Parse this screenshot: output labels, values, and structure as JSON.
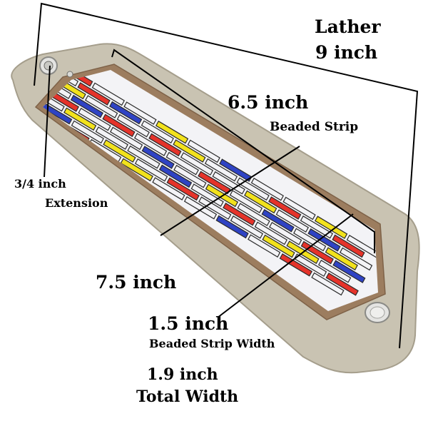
{
  "labels": {
    "leather_title": "Lather",
    "leather_length": "9 inch",
    "strip_length": "6.5 inch",
    "strip_caption": "Beaded Strip",
    "extension_size": "3/4 inch",
    "extension_caption": "Extension",
    "total_length": "7.5 inch",
    "strip_width": "1.5 inch",
    "strip_width_caption": "Beaded Strip Width",
    "total_width": "1.9 inch",
    "total_width_caption": "Total Width"
  },
  "colors": {
    "leather": "#c9c3b2",
    "leather_edge": "#a59e8c",
    "suede": "#9c7d5f",
    "bead_white": "#f3f3f6",
    "bead_red": "#e5332a",
    "bead_yellow": "#f2e21c",
    "bead_blue": "#2f43c4",
    "bead_line": "#2a2a2a",
    "snap": "#e4e4e2"
  }
}
